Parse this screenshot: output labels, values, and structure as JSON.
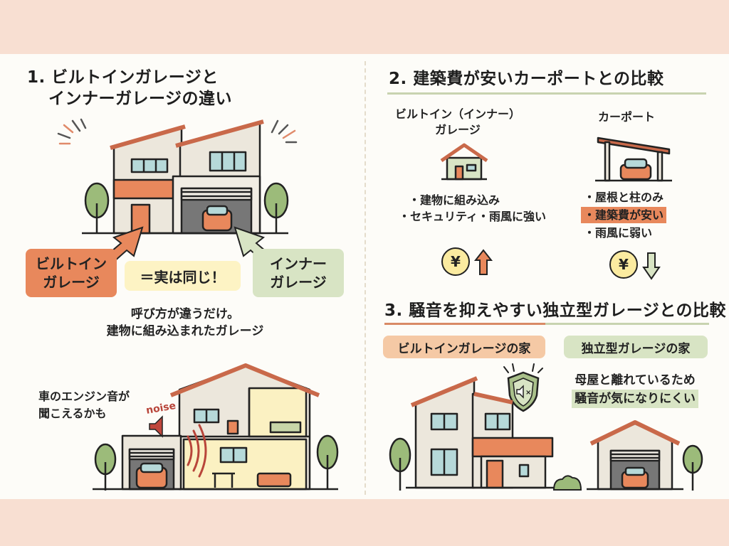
{
  "colors": {
    "background_band": "#f8dfd2",
    "canvas": "#fdfcf8",
    "accent_orange": "#e8885c",
    "accent_green": "#d8e4c4",
    "accent_yellow": "#fdf3c4",
    "roof": "#c9694a",
    "divider": "#e4dccb"
  },
  "section1": {
    "title_line1": "1. ビルトインガレージと",
    "title_line2": "インナーガレージの違い",
    "label_builtin_line1": "ビルトイン",
    "label_builtin_line2": "ガレージ",
    "label_equal": "＝実は同じ！",
    "label_inner_line1": "インナー",
    "label_inner_line2": "ガレージ",
    "note_line1": "呼び方が違うだけ。",
    "note_line2": "建物に組み込まれたガレージ",
    "noise_caption_line1": "車のエンジン音が",
    "noise_caption_line2": "聞こえるかも",
    "noise_word": "noise"
  },
  "section2": {
    "title": "2. 建築費が安いカーポートとの比較",
    "left": {
      "title_line1": "ビルトイン（インナー）",
      "title_line2": "ガレージ",
      "bullets": [
        "・建物に組み込み",
        "・セキュリティ・雨風に強い"
      ],
      "cost_symbol": "¥",
      "cost_direction": "up"
    },
    "right": {
      "title": "カーポート",
      "bullets": [
        "・屋根と柱のみ",
        "・建築費が安い",
        "・雨風に弱い"
      ],
      "highlighted_bullet_index": 1,
      "cost_symbol": "¥",
      "cost_direction": "down"
    }
  },
  "section3": {
    "title": "3. 騒音を抑えやすい独立型ガレージとの比較",
    "tag_builtin": "ビルトインガレージの家",
    "tag_detached": "独立型ガレージの家",
    "note_line1": "母屋と離れているため",
    "note_line2": "騒音が気になりにくい"
  }
}
